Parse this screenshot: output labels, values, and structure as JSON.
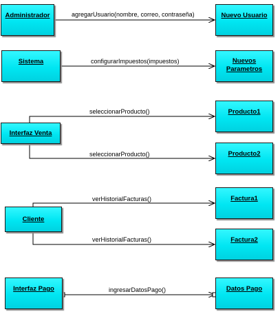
{
  "objects": {
    "administrador": "Administrador",
    "nuevo_usuario": "Nuevo Usuario",
    "sistema": "Sistema",
    "nuevos_parametros": "Nuevos\nParametros",
    "interfaz_venta": "Interfaz Venta",
    "producto1": "Producto1",
    "producto2": "Producto2",
    "cliente": "Cliente",
    "factura1": "Factura1",
    "factura2": "Factura2",
    "interfaz_pago": "Interfaz Pago",
    "datos_pago": "Datos Pago"
  },
  "messages": {
    "agregar_usuario": "agregarUsuario(nombre, correo, contraseña)",
    "configurar_impuestos": "configurarImpuestos(impuestos)",
    "seleccionar_producto_1": "seleccionarProducto()",
    "seleccionar_producto_2": "seleccionarProducto()",
    "ver_historial_1": "verHistorialFacturas()",
    "ver_historial_2": "verHistorialFacturas()",
    "ingresar_datos_pago": "ingresarDatosPago()"
  },
  "colors": {
    "box_fill": "#00e6f2",
    "box_border": "#1a1a1a",
    "line": "#000000"
  }
}
